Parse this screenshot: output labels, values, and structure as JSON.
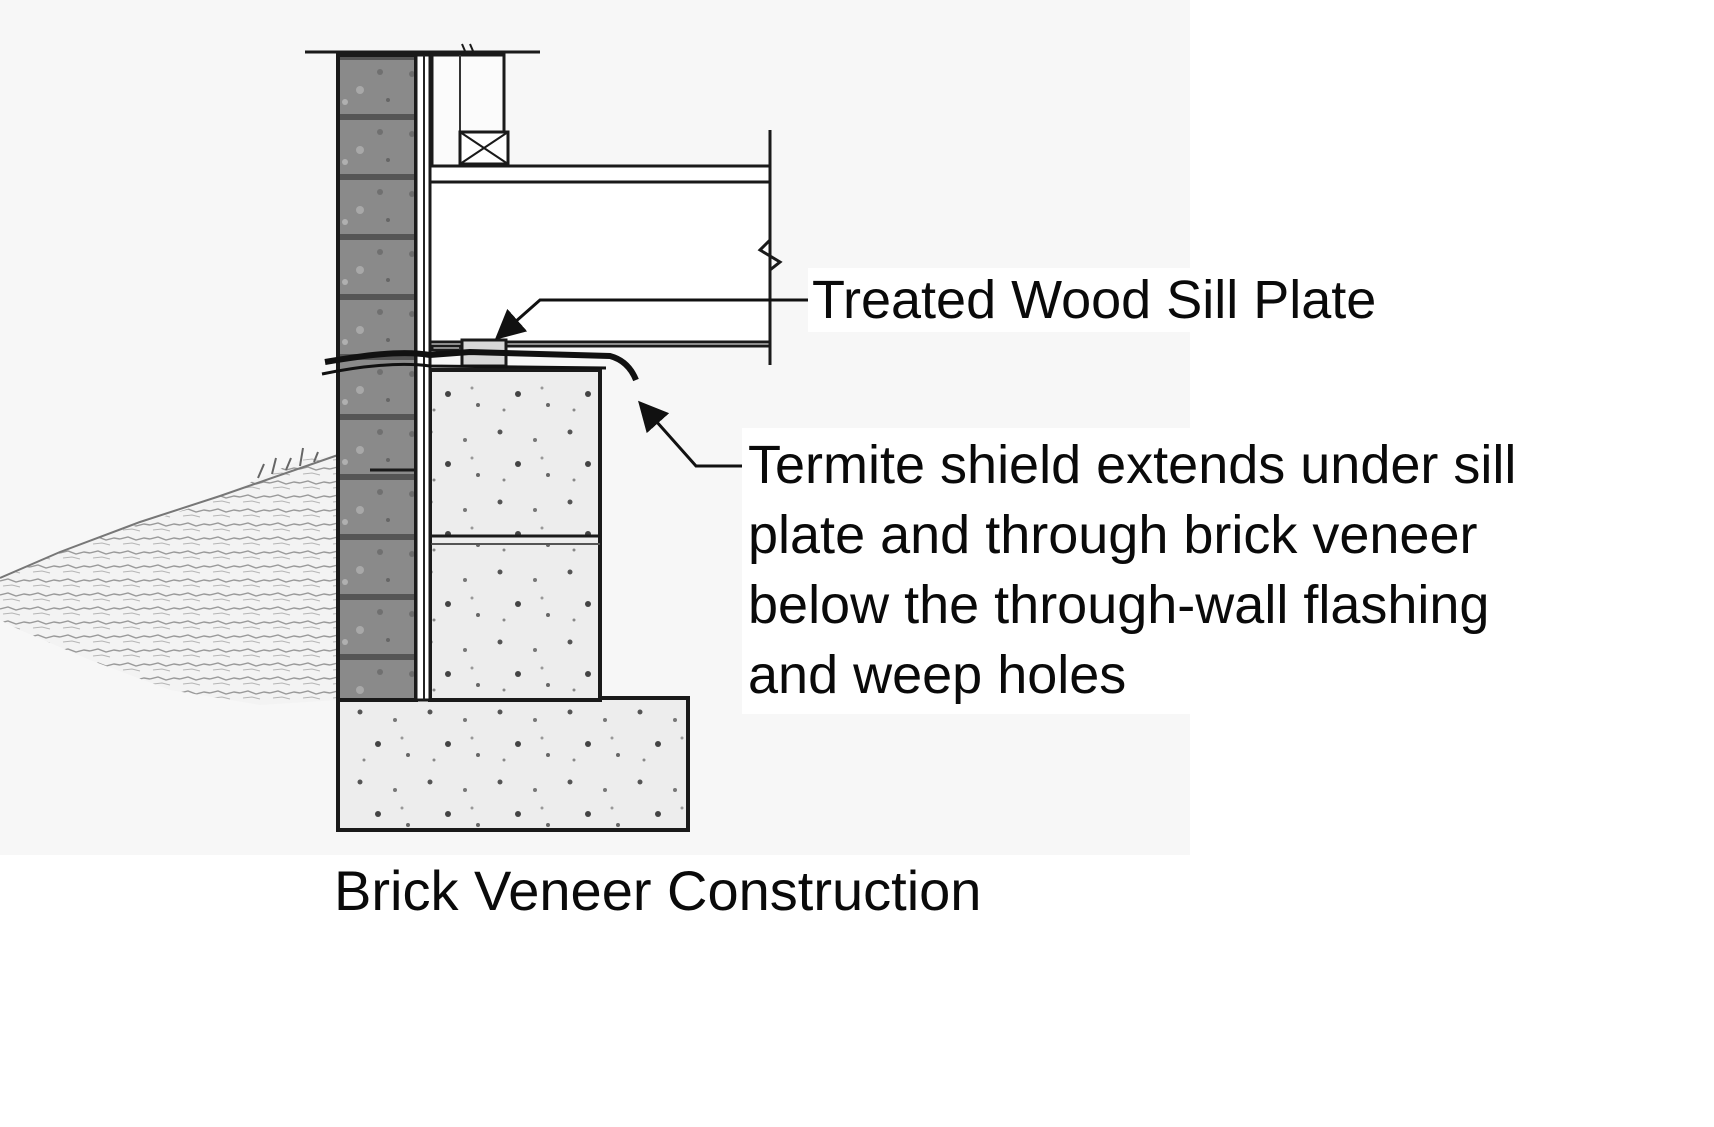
{
  "diagram": {
    "labels": {
      "sill_plate": "Treated Wood Sill Plate",
      "termite_shield_lines": [
        "Termite shield extends under sill",
        "plate and through brick veneer",
        "below the through-wall flashing",
        "and weep holes"
      ],
      "caption": "Brick Veneer Construction"
    },
    "colors": {
      "ink": "#1a1a1a",
      "brick": "#8c8c8c",
      "concrete": "#ececec",
      "background": "#f7f7f7"
    }
  }
}
